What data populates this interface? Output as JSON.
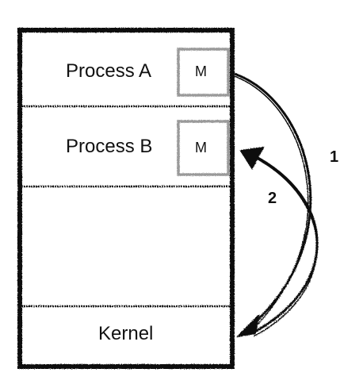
{
  "diagram": {
    "process_a": {
      "label": "Process A",
      "memory_label": "M"
    },
    "process_b": {
      "label": "Process B",
      "memory_label": "M"
    },
    "kernel": {
      "label": "Kernel"
    },
    "arrows": [
      {
        "step": "1",
        "from": "Process A",
        "to": "Kernel"
      },
      {
        "step": "2",
        "from": "Kernel",
        "to": "Process B"
      }
    ]
  }
}
